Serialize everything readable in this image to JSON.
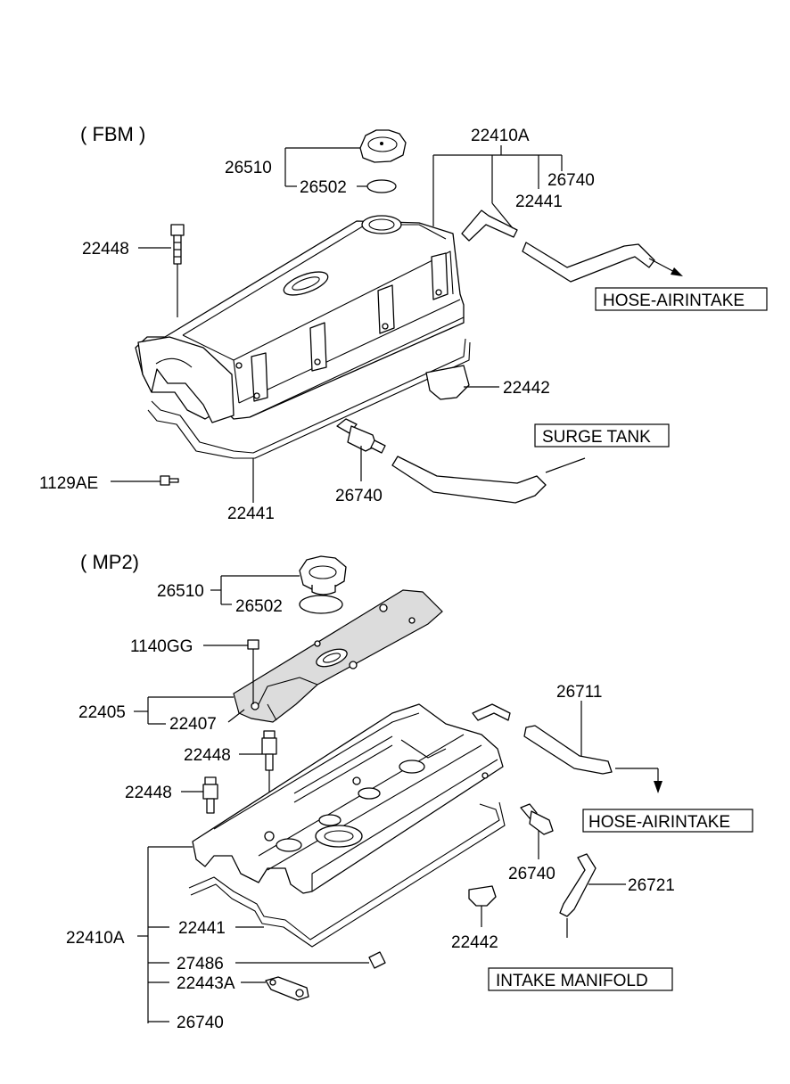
{
  "sections": {
    "fbm": "( FBM )",
    "mp2": "( MP2)"
  },
  "fbm_labels": {
    "assy": "22410A",
    "cap": "26510",
    "cap_gasket": "26502",
    "pcv_right": "26740",
    "gasket_right": "22441",
    "bolt": "22448",
    "plug": "22442",
    "bolt_small": "1129AE",
    "pcv_valve": "26740",
    "gasket_bottom": "22441"
  },
  "fbm_boxes": {
    "hose_airintake": "HOSE-AIRINTAKE",
    "surge_tank": "SURGE TANK"
  },
  "mp2_labels": {
    "cap": "26510",
    "cap_gasket": "26502",
    "bolt_cover": "1140GG",
    "cover_assy": "22405",
    "cover_part": "22407",
    "bolt_a": "22448",
    "bolt_b": "22448",
    "hose": "26711",
    "pcv_valve": "26740",
    "hose_b": "26721",
    "plug": "22442",
    "assy": "22410A",
    "gasket": "22441",
    "part_a": "27486",
    "part_b": "22443A",
    "pcv_bottom": "26740"
  },
  "mp2_boxes": {
    "hose_airintake": "HOSE-AIRINTAKE",
    "intake_manifold": "INTAKE MANIFOLD"
  }
}
